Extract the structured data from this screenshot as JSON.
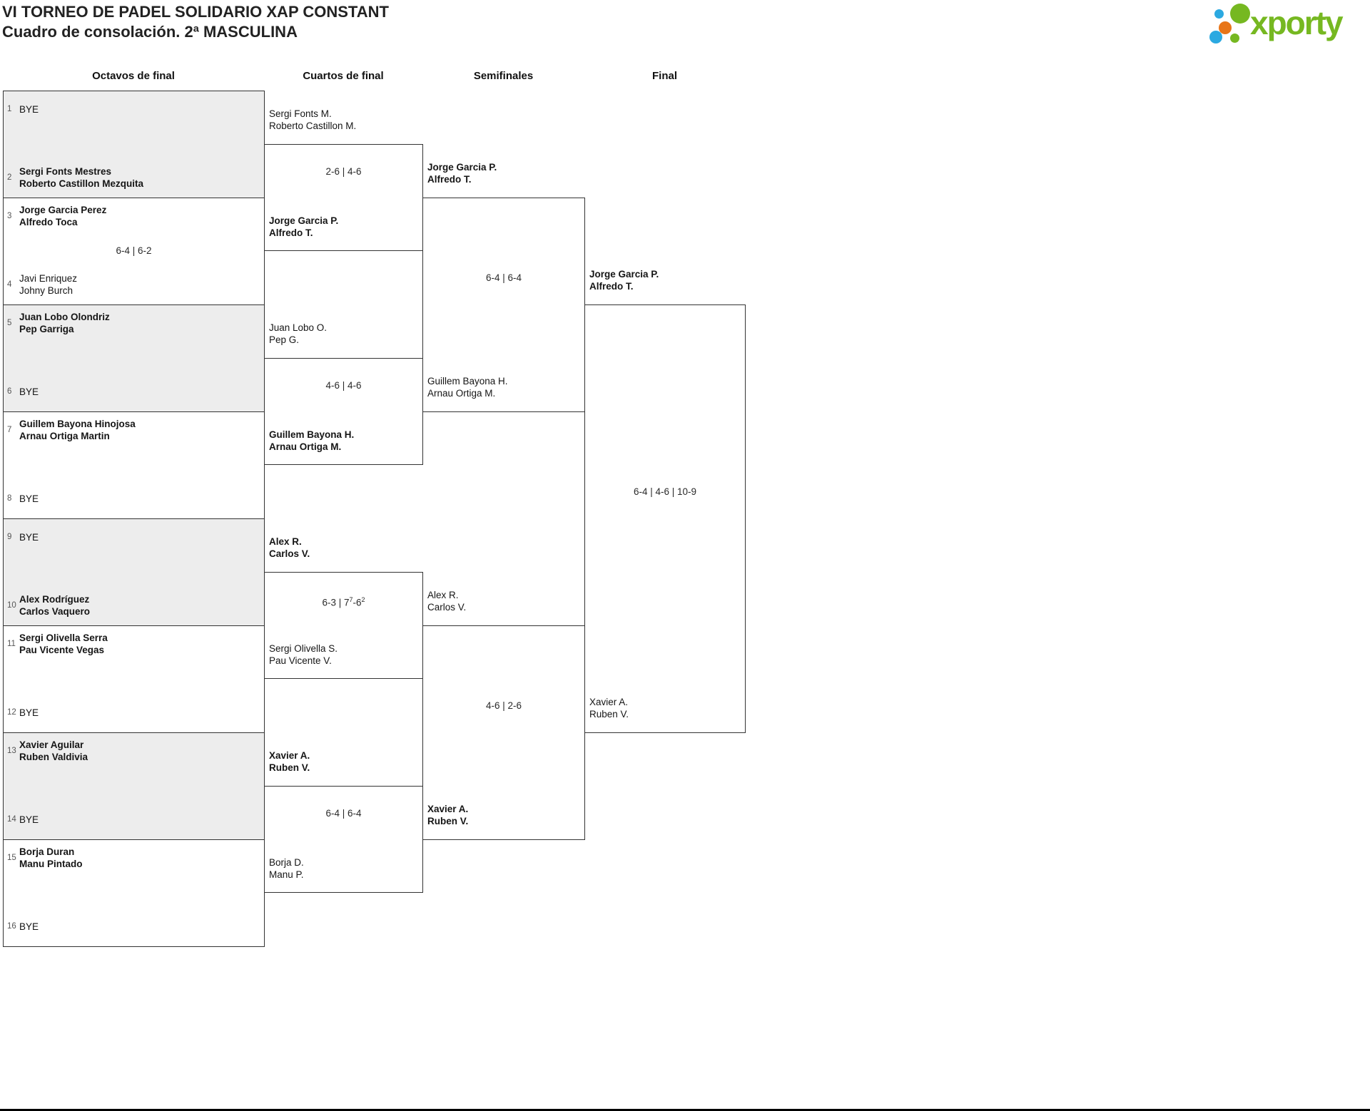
{
  "header": {
    "title": "VI TORNEO DE PADEL SOLIDARIO XAP CONSTANT",
    "subtitle": "Cuadro de consolación. 2ª MASCULINA"
  },
  "logo": {
    "text": "xporty",
    "colors": {
      "green": "#76b821",
      "blue": "#2ba9e1",
      "orange": "#e87518"
    }
  },
  "rounds": [
    "Octavos de final",
    "Cuartos de final",
    "Semifinales",
    "Final"
  ],
  "octavos": [
    {
      "p1": {
        "seed": "1",
        "lines": [
          "BYE"
        ]
      },
      "p2": {
        "seed": "2",
        "lines": [
          "Sergi Fonts Mestres",
          "Roberto Castillon Mezquita"
        ],
        "winner": true
      }
    },
    {
      "score": "6-4 | 6-2",
      "p1": {
        "seed": "3",
        "lines": [
          "Jorge Garcia Perez",
          "Alfredo Toca"
        ],
        "winner": true
      },
      "p2": {
        "seed": "4",
        "lines": [
          "Javi Enriquez",
          "Johny Burch"
        ]
      }
    },
    {
      "p1": {
        "seed": "5",
        "lines": [
          "Juan Lobo Olondriz",
          "Pep Garriga"
        ],
        "winner": true
      },
      "p2": {
        "seed": "6",
        "lines": [
          "BYE"
        ]
      }
    },
    {
      "p1": {
        "seed": "7",
        "lines": [
          "Guillem Bayona Hinojosa",
          "Arnau Ortiga Martin"
        ],
        "winner": true
      },
      "p2": {
        "seed": "8",
        "lines": [
          "BYE"
        ]
      }
    },
    {
      "p1": {
        "seed": "9",
        "lines": [
          "BYE"
        ]
      },
      "p2": {
        "seed": "10",
        "lines": [
          "Alex Rodríguez",
          "Carlos Vaquero"
        ],
        "winner": true
      }
    },
    {
      "p1": {
        "seed": "11",
        "lines": [
          "Sergi Olivella Serra",
          "Pau Vicente Vegas"
        ],
        "winner": true
      },
      "p2": {
        "seed": "12",
        "lines": [
          "BYE"
        ]
      }
    },
    {
      "p1": {
        "seed": "13",
        "lines": [
          "Xavier Aguilar",
          "Ruben Valdivia"
        ],
        "winner": true
      },
      "p2": {
        "seed": "14",
        "lines": [
          "BYE"
        ]
      }
    },
    {
      "p1": {
        "seed": "15",
        "lines": [
          "Borja Duran",
          "Manu Pintado"
        ],
        "winner": true
      },
      "p2": {
        "seed": "16",
        "lines": [
          "BYE"
        ]
      }
    }
  ],
  "cuartos": [
    {
      "score": "2-6 | 4-6",
      "p1": {
        "lines": [
          "Sergi Fonts M.",
          "Roberto Castillon M."
        ]
      },
      "p2": {
        "lines": [
          "Jorge Garcia P.",
          "Alfredo T."
        ],
        "winner": true
      }
    },
    {
      "score": "4-6 | 4-6",
      "p1": {
        "lines": [
          "Juan Lobo O.",
          "Pep G."
        ]
      },
      "p2": {
        "lines": [
          "Guillem Bayona H.",
          "Arnau Ortiga M."
        ],
        "winner": true
      }
    },
    {
      "score": "6-3 | 7^7-6^2",
      "p1": {
        "lines": [
          "Alex R.",
          "Carlos V."
        ],
        "winner": true
      },
      "p2": {
        "lines": [
          "Sergi Olivella S.",
          "Pau Vicente V."
        ]
      }
    },
    {
      "score": "6-4 | 6-4",
      "p1": {
        "lines": [
          "Xavier A.",
          "Ruben V."
        ],
        "winner": true
      },
      "p2": {
        "lines": [
          "Borja D.",
          "Manu P."
        ]
      }
    }
  ],
  "semifinales": [
    {
      "score": "6-4 | 6-4",
      "p1": {
        "lines": [
          "Jorge Garcia P.",
          "Alfredo T."
        ],
        "winner": true
      },
      "p2": {
        "lines": [
          "Guillem Bayona H.",
          "Arnau Ortiga M."
        ]
      }
    },
    {
      "score": "4-6 | 2-6",
      "p1": {
        "lines": [
          "Alex R.",
          "Carlos V."
        ]
      },
      "p2": {
        "lines": [
          "Xavier A.",
          "Ruben V."
        ],
        "winner": true
      }
    }
  ],
  "final": {
    "score": "6-4 | 4-6 | 10-9",
    "p1": {
      "lines": [
        "Jorge Garcia P.",
        "Alfredo T."
      ],
      "winner": true
    },
    "p2": {
      "lines": [
        "Xavier A.",
        "Ruben V."
      ]
    }
  }
}
